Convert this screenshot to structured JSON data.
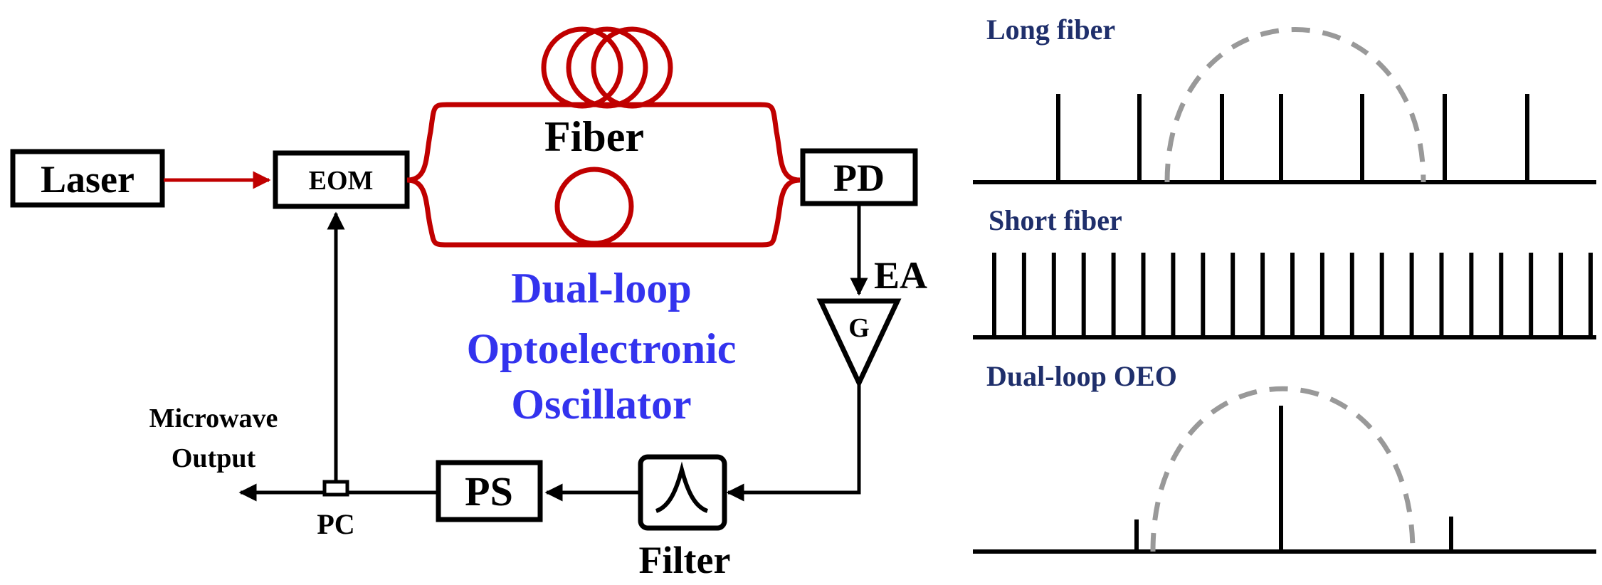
{
  "colors": {
    "optical": "#c00000",
    "electrical": "#000000",
    "title": "#3333ee",
    "panel_title": "#1f2f6b",
    "envelope": "#999999"
  },
  "blocks": {
    "laser": "Laser",
    "eom": "EOM",
    "pd": "PD",
    "amplifier": "G",
    "ps": "PS"
  },
  "labels": {
    "fiber": "Fiber",
    "ea": "EA",
    "filter": "Filter",
    "pc": "PC",
    "output_line1": "Microwave",
    "output_line2": "Output"
  },
  "title_lines": [
    "Dual-loop",
    "Optoelectronic",
    "Oscillator"
  ],
  "spectra": [
    {
      "title": "Long fiber",
      "lines": [
        {
          "x": 1,
          "h": 1
        },
        {
          "x": 2,
          "h": 1
        },
        {
          "x": 3,
          "h": 1
        },
        {
          "x": 4,
          "h": 1
        },
        {
          "x": 5,
          "h": 1
        },
        {
          "x": 6,
          "h": 1
        },
        {
          "x": 7,
          "h": 1
        }
      ],
      "envelope": true
    },
    {
      "title": "Short fiber",
      "lines": "uniform-21",
      "envelope": false
    },
    {
      "title": "Dual-loop OEO",
      "lines": [
        {
          "x": 1,
          "h": 0.22
        },
        {
          "x": 2,
          "h": 1
        },
        {
          "x": 3,
          "h": 0.24
        }
      ],
      "envelope": true
    }
  ]
}
